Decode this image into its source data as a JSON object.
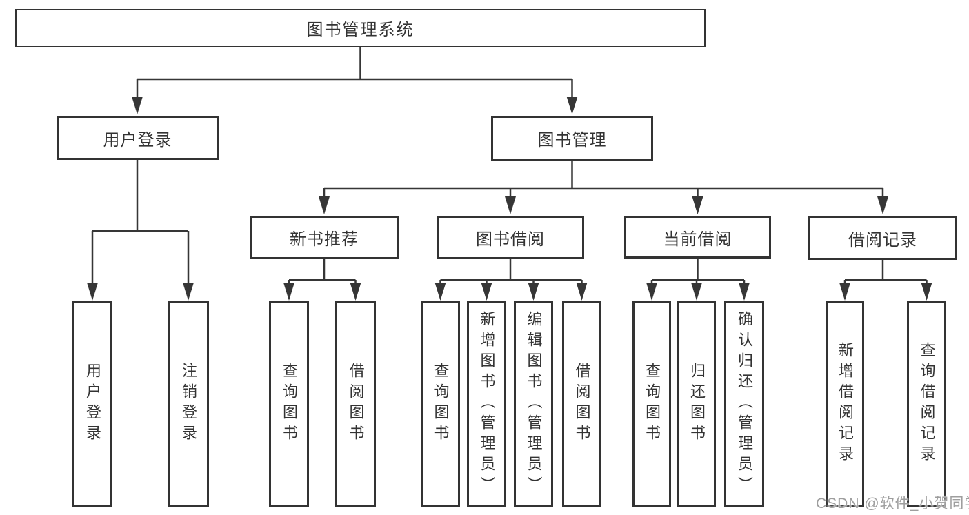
{
  "tree": {
    "root": {
      "label": "图书管理系统"
    },
    "level2": [
      {
        "label": "用户登录"
      },
      {
        "label": "图书管理"
      }
    ],
    "level3": [
      {
        "label": "新书推荐"
      },
      {
        "label": "图书借阅"
      },
      {
        "label": "当前借阅"
      },
      {
        "label": "借阅记录"
      }
    ],
    "leaves": [
      {
        "label": "用户登录",
        "parent": "用户登录"
      },
      {
        "label": "注销登录",
        "parent": "用户登录"
      },
      {
        "label": "查询图书",
        "parent": "新书推荐"
      },
      {
        "label": "借阅图书",
        "parent": "新书推荐"
      },
      {
        "label": "查询图书",
        "parent": "图书借阅"
      },
      {
        "label": "新增图书（管理员）",
        "parent": "图书借阅"
      },
      {
        "label": "编辑图书（管理员）",
        "parent": "图书借阅"
      },
      {
        "label": "借阅图书",
        "parent": "图书借阅"
      },
      {
        "label": "查询图书",
        "parent": "当前借阅"
      },
      {
        "label": "归还图书",
        "parent": "当前借阅"
      },
      {
        "label": "确认归还（管理员）",
        "parent": "当前借阅"
      },
      {
        "label": "新增借阅记录",
        "parent": "借阅记录"
      },
      {
        "label": "查询借阅记录",
        "parent": "借阅记录"
      }
    ]
  },
  "watermark": "CSDN @软件_小贺同学",
  "colors": {
    "line": "#363636",
    "border": "#333333",
    "text": "#333333",
    "watermark": "#9e9e9e",
    "background": "#ffffff"
  }
}
